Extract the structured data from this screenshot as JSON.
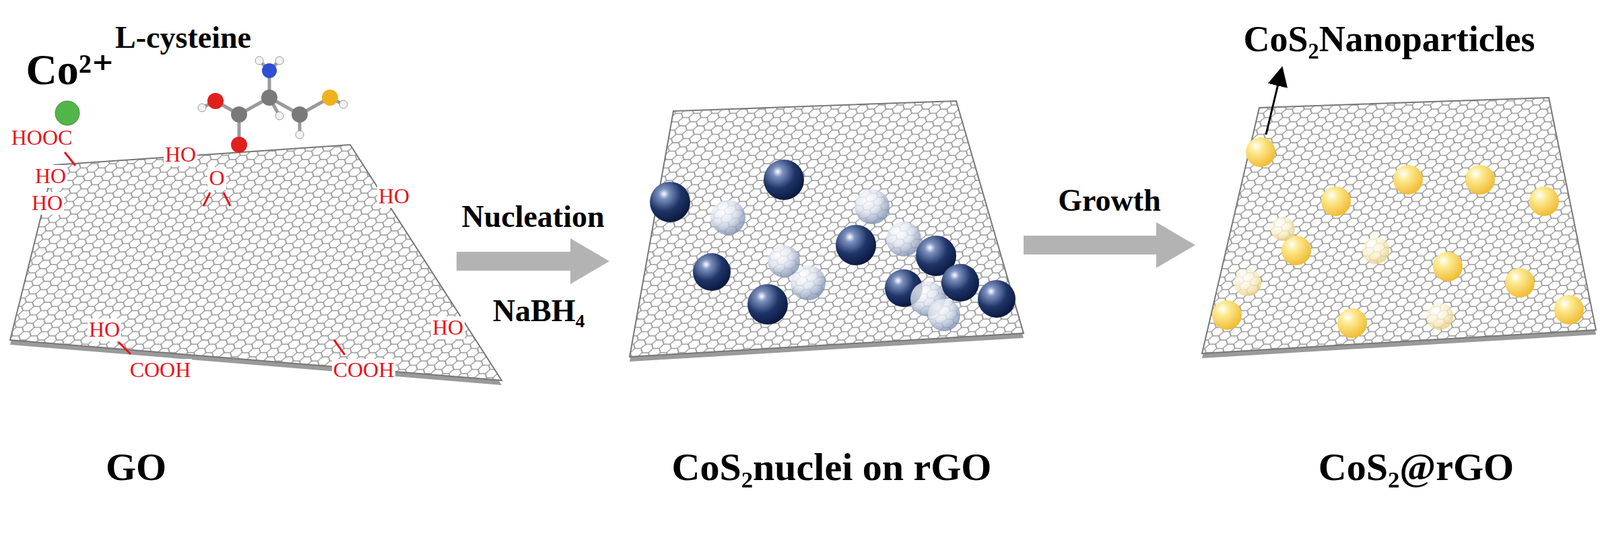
{
  "diagram": {
    "nodes": [
      {
        "text": [
          "GO"
        ]
      },
      {
        "text": [
          "CoS₂nuclei on rGO"
        ]
      },
      {
        "text": [
          "CoS₂@rGO"
        ]
      }
    ],
    "edges": [
      {
        "from": 0,
        "to": 1,
        "arrow": "to",
        "label": "Nucleation"
      },
      {
        "from": 1,
        "to": 2,
        "arrow": "to",
        "label": "Growth"
      }
    ],
    "labels": [
      "Co²⁺",
      "L-cysteine",
      "HOOC",
      "HO",
      "HO",
      "HO",
      "O",
      "HO",
      "HO",
      "COOH",
      "COOH",
      "HO",
      "NaBH₄",
      "CoS₂Nanoparticles"
    ]
  }
}
